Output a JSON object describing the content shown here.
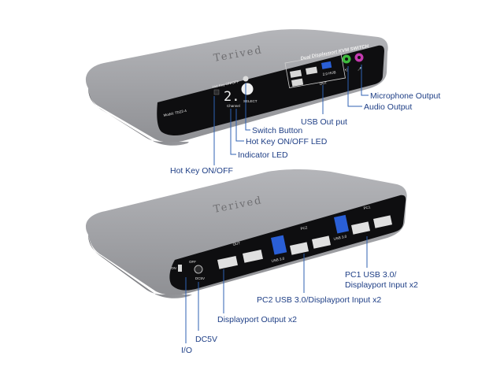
{
  "brand": "Terived",
  "front_panel": {
    "model": "Model: TD22-4",
    "hotkey_switch": "Hot Key ON/OFF",
    "channel_digit": "2.",
    "channel_caption": "Channel",
    "select_caption": "SELECT",
    "header_dual": "Dual",
    "header_rest": "Displayport KVM SWITCH",
    "usb_hub_caption": "2.0 HUB",
    "usb_out_caption": "OUT"
  },
  "back_panel": {
    "on_label": "ON",
    "off_label": "OFF",
    "power_label": "DC5V",
    "out_label": "OUT",
    "pc2_tag": "PC2",
    "pc1_tag": "PC1",
    "usb_caption_a": "USB 3.0",
    "usb_caption_b": "USB 3.0"
  },
  "callouts": {
    "microphone_output": "Microphone Output",
    "audio_output": "Audio Output",
    "usb_out_put": "USB Out put",
    "switch_button": "Switch Button",
    "hotkey_led": "Hot Key ON/OFF LED",
    "indicator_led": "Indicator LED",
    "hotkey_onoff": "Hot Key ON/OFF",
    "pc1_line1": "PC1 USB 3.0/",
    "pc1_line2": "Displayport Input x2",
    "pc2_input": "PC2 USB 3.0/Displayport Input x2",
    "displayport_output": "Displayport Output x2",
    "dc5v": "DC5V",
    "io": "I/O"
  },
  "colors": {
    "body_top": "#9b9ca0",
    "body_side": "#7d7e82",
    "panel": "#0e0e10",
    "callout_text": "#1f3f86",
    "leader_line": "#2f62b3",
    "usb3_blue": "#2a5fd6",
    "mic_pink": "#c43bb0",
    "audio_green": "#3dbb3d"
  }
}
